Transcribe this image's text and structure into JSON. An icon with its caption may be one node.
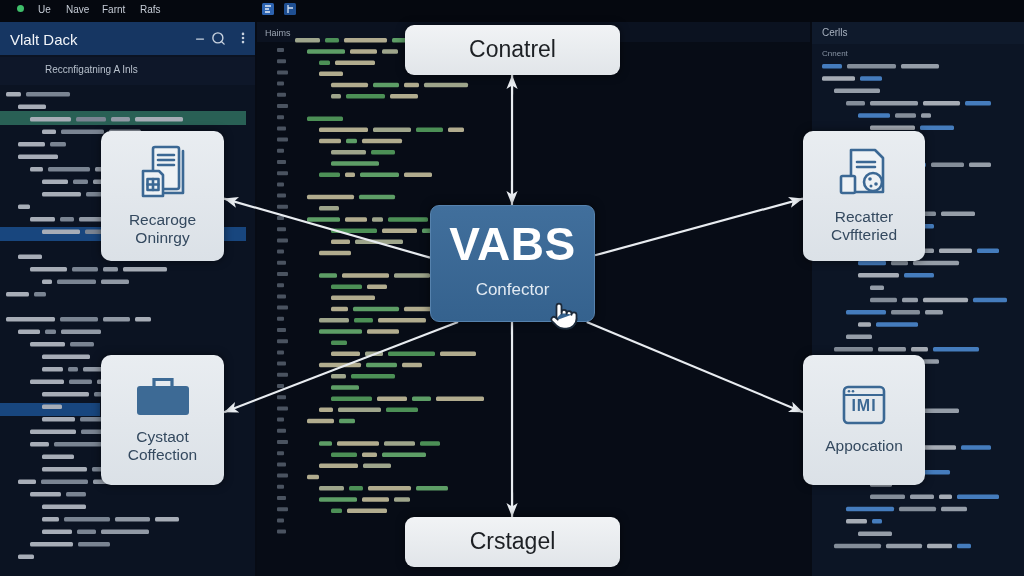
{
  "diagram": {
    "nodes": [
      {
        "text": [
          "Conatrel"
        ]
      },
      {
        "text": [
          "VABS",
          "Confector"
        ]
      },
      {
        "text": [
          "Crstagel"
        ]
      },
      {
        "text": [
          "Recaroge Oninrgy"
        ]
      },
      {
        "text": [
          "Cystaot Coffection"
        ]
      },
      {
        "text": [
          "Recatter Cvffteried"
        ]
      },
      {
        "text": [
          "IMI",
          "Appocation"
        ]
      }
    ],
    "edges": [
      {
        "from": 1,
        "to": 0,
        "arrow": "both"
      },
      {
        "from": 1,
        "to": 3,
        "arrow": "to"
      },
      {
        "from": 1,
        "to": 5,
        "arrow": "to"
      },
      {
        "from": 1,
        "to": 4,
        "arrow": "to"
      },
      {
        "from": 1,
        "to": 6,
        "arrow": "to"
      },
      {
        "from": 1,
        "to": 2,
        "arrow": "to"
      }
    ],
    "labels": [
      "Ue",
      "Nave",
      "Farnt",
      "Rafs",
      "Vlalt Dack",
      "Reccnfigatning A Inls",
      "Haims",
      "Cerlls",
      "Cnnent"
    ]
  }
}
